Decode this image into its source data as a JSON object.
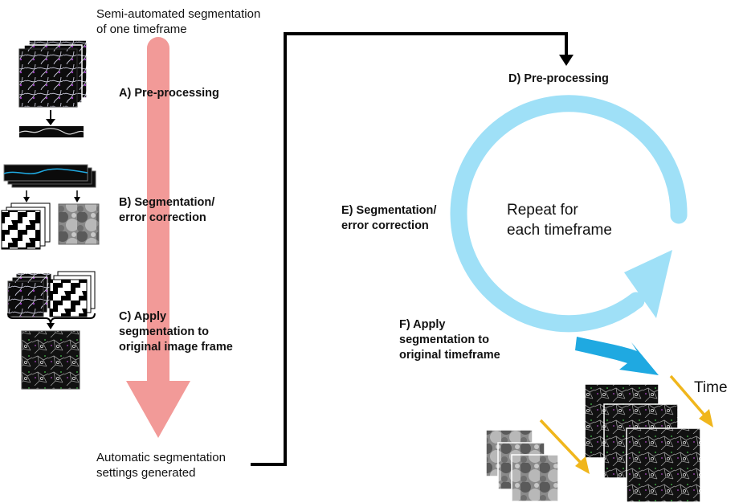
{
  "left_column": {
    "header_line1": "Semi-automated segmentation",
    "header_line2": "of one timeframe",
    "step_a": "A) Pre-processing",
    "step_b_line1": "B) Segmentation/",
    "step_b_line2": "error correction",
    "step_c_line1": "C) Apply",
    "step_c_line2": "segmentation to",
    "step_c_line3": "original image frame",
    "footer_line1": "Automatic segmentation",
    "footer_line2": "settings generated"
  },
  "right_column": {
    "step_d": "D) Pre-processing",
    "cycle_line1": "Repeat for",
    "cycle_line2": "each timeframe",
    "step_e_line1": "E) Segmentation/",
    "step_e_line2": "error correction",
    "step_f_line1": "F) Apply",
    "step_f_line2": "segmentation to",
    "step_f_line3": "original timeframe",
    "time_label": "Time"
  },
  "colors": {
    "pink_arrow": "#f29a98",
    "cycle_arrow": "#9fe0f7",
    "output_arrow": "#1fa9e1",
    "time_arrow": "#f0b61c",
    "connector": "#000000"
  }
}
